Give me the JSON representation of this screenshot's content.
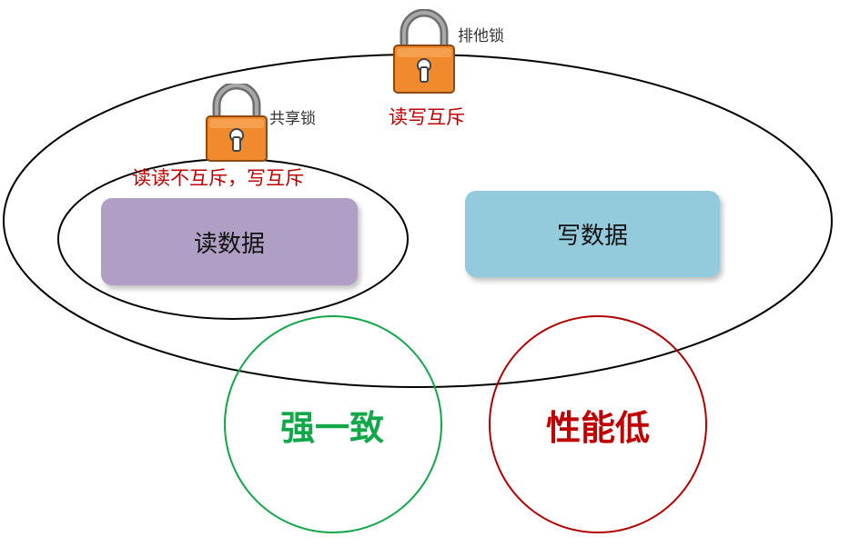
{
  "locks": {
    "exclusive": {
      "label": "排他锁",
      "rule": "读写互斥",
      "icon": "padlock-icon",
      "color": "#f08a2c"
    },
    "shared": {
      "label": "共享锁",
      "rule": "读读不互斥，写互斥",
      "icon": "padlock-icon",
      "color": "#f08a2c"
    }
  },
  "operations": {
    "read": {
      "label": "读数据",
      "color": "#b09fc5"
    },
    "write": {
      "label": "写数据",
      "color": "#93cbdd"
    }
  },
  "outcomes": {
    "consistency": {
      "label": "强一致",
      "color": "#12a84a"
    },
    "performance": {
      "label": "性能低",
      "color": "#c00000"
    }
  }
}
